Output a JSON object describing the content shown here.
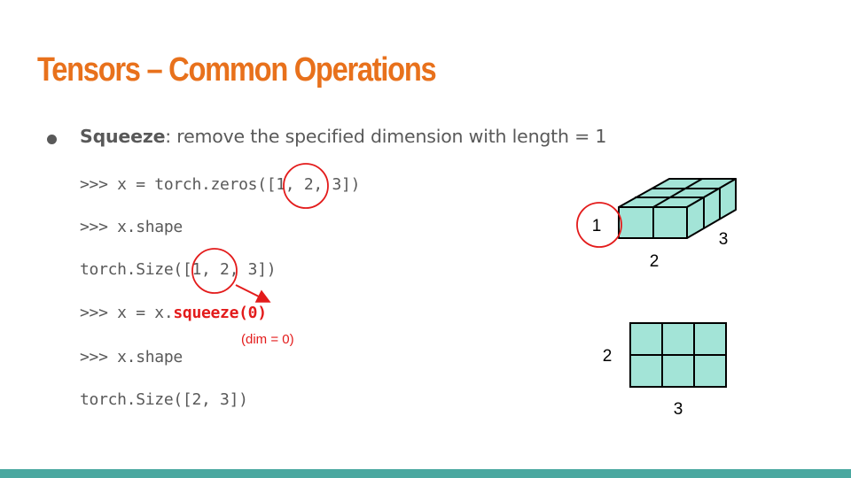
{
  "title": "Tensors – Common Operations",
  "bullet": {
    "term": "Squeeze",
    "description": ": remove the specified dimension with length = 1"
  },
  "code": {
    "line1": ">>> x = torch.zeros([1, 2, 3])",
    "line2": ">>> x.shape",
    "line3": "torch.Size([1, 2, 3])",
    "line4_prefix": ">>> x = x.",
    "line4_highlight": "squeeze(0)",
    "line5": ">>> x.shape",
    "line6": "torch.Size([2, 3])"
  },
  "annotation": "(dim = 0)",
  "diagram_3d": {
    "dim_circled": "1",
    "dim_front": "2",
    "dim_depth": "3"
  },
  "diagram_2d": {
    "dim_rows": "2",
    "dim_cols": "3"
  },
  "colors": {
    "title": "#e8711c",
    "text": "#595959",
    "highlight": "#e31b1b",
    "cell_fill": "#a3e4d7",
    "bottom_bar": "#4aa8a0"
  }
}
